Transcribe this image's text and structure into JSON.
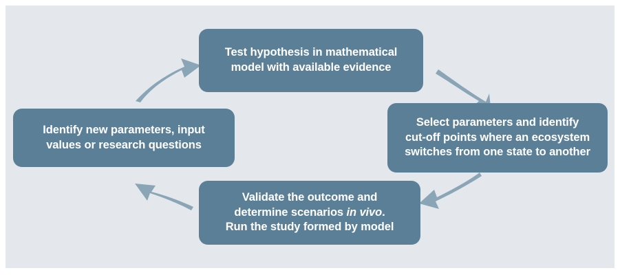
{
  "figure": {
    "type": "cycle-diagram",
    "direction": "clockwise",
    "background_color": "#e4e8ed",
    "node_color": "#5b7f96",
    "node_text_color": "#ffffff",
    "arrow_color": "#8aa5b5"
  },
  "nodes": {
    "top": {
      "id": "test-hypothesis",
      "lines": [
        "Test hypothesis in mathematical",
        "model with available evidence"
      ]
    },
    "right": {
      "id": "select-parameters",
      "lines": [
        "Select parameters and identify",
        "cut-off points where an ecosystem",
        "switches from one state to another"
      ]
    },
    "bottom": {
      "id": "validate-outcome",
      "line1": "Validate the outcome and",
      "line2_before": "determine scenarios ",
      "line2_italic": "in vivo",
      "line2_after": ".",
      "line3": "Run the study formed by model"
    },
    "left": {
      "id": "identify-new-parameters",
      "lines": [
        "Identify new parameters, input",
        "values or research questions"
      ]
    }
  },
  "arrows": [
    {
      "id": "arrow-left-to-top",
      "from": "identify-new-parameters",
      "to": "test-hypothesis",
      "direction": "up-right"
    },
    {
      "id": "arrow-top-to-right",
      "from": "test-hypothesis",
      "to": "select-parameters",
      "direction": "down-right"
    },
    {
      "id": "arrow-right-to-bottom",
      "from": "select-parameters",
      "to": "validate-outcome",
      "direction": "down-left"
    },
    {
      "id": "arrow-bottom-to-left",
      "from": "validate-outcome",
      "to": "identify-new-parameters",
      "direction": "up-left"
    }
  ]
}
